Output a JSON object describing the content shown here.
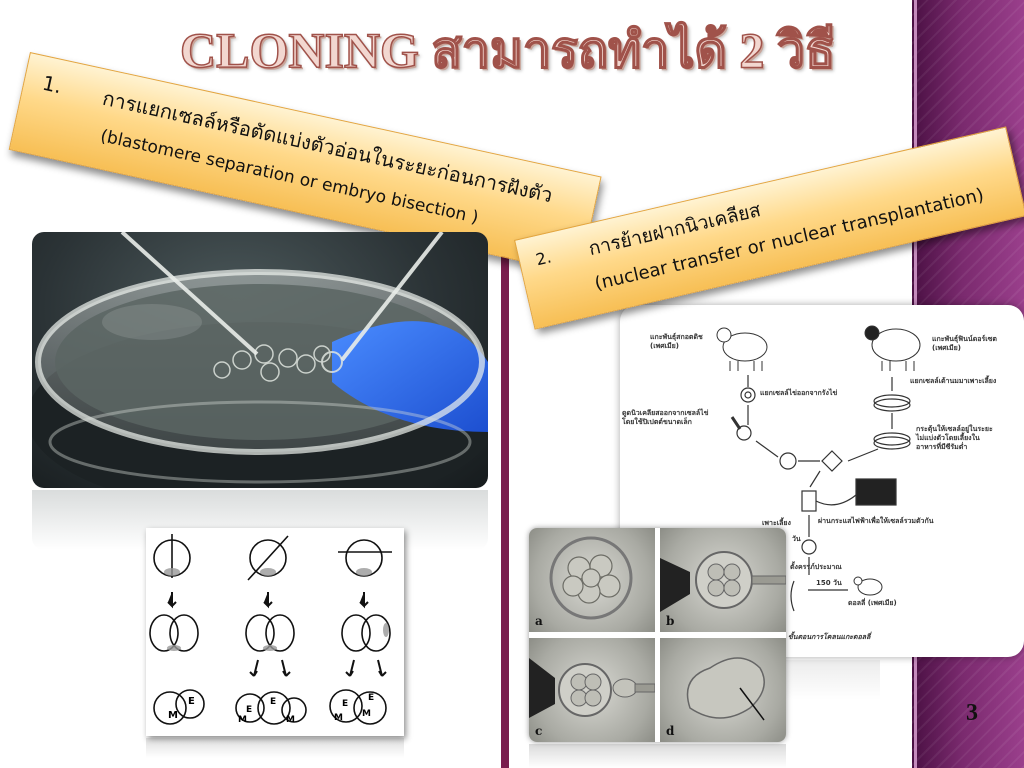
{
  "slide": {
    "title": "CLONING สามารถทำได้ 2 วิธี",
    "page_number": "3",
    "methods": [
      {
        "number": "1.",
        "thai": "การแยกเซลล์หรือตัดแบ่งตัวอ่อนในระยะก่อนการฝังตัว",
        "english": "(blastomere separation or embryo bisection )"
      },
      {
        "number": "2.",
        "thai": "การย้ายฝากนิวเคลียส",
        "english": "(nuclear transfer or nuclear transplantation)"
      }
    ],
    "bisection_labels": {
      "e": "E",
      "m": "M"
    },
    "nuclear_transfer": {
      "label_sheep_a": "แกะพันธุ์สกอตดิช\n(เพศเมีย)",
      "label_remove_egg": "แยกเซลล์ไข่ออกจากรังไข่",
      "label_suck_nucleus": "ดูดนิวเคลียสออกจากเซลล์ไข่\nโดยใช้ปิเปตต์ขนาดเล็ก",
      "label_sheep_b": "แกะพันธุ์ฟินน์ดอร์เซต\n(เพศเมีย)",
      "label_culture": "แยกเซลล์เต้านมมาเพาะเลี้ยง",
      "label_stimulate": "กระตุ้นให้เซลล์อยู่ในระยะ\nไม่แบ่งตัวโดยเลี้ยงใน\nอาหารที่มีซีรัมต่ำ",
      "label_culture2": "เพาะเลี้ยง",
      "label_electric": "ผ่านกระแสไฟฟ้าเพื่อให้เซลล์รวมตัวกัน",
      "label_day": "วัน",
      "label_pregnant": "ตั้งครรภ์ประมาณ",
      "label_days": "150 วัน",
      "label_dolly": "ดอลลี่ (เพศเมีย)",
      "caption": "ขั้นตอนการโคลนแกะดอลลี่"
    },
    "micro_panels": [
      "a",
      "b",
      "c",
      "d"
    ]
  }
}
